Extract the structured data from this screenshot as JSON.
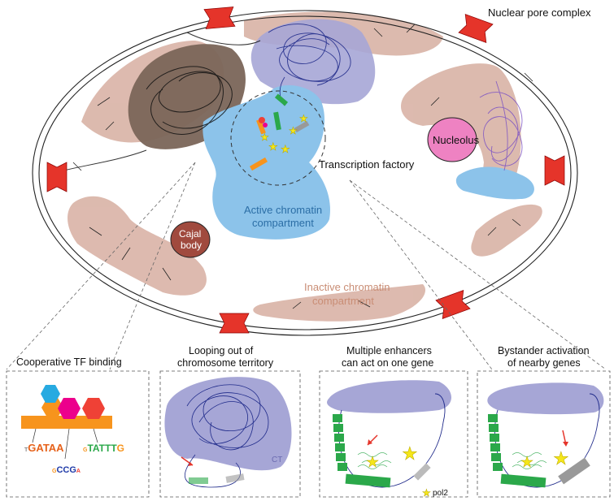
{
  "labels": {
    "nuclear_pore_complex": "Nuclear pore complex",
    "nucleolus": "Nucleolus",
    "transcription_factory": "Transcription factory",
    "active_compartment_line1": "Active chromatin",
    "active_compartment_line2": "compartment",
    "cajal_line1": "Cajal",
    "cajal_line2": "body",
    "inactive_compartment_line1": "Inactive chromatin",
    "inactive_compartment_line2": "compartment"
  },
  "panels": {
    "p1": {
      "title_line1": "Cooperative TF binding",
      "title_line2": ""
    },
    "p2": {
      "title_line1": "Looping out of",
      "title_line2": "chromosome territory",
      "ct_label": "CT"
    },
    "p3": {
      "title_line1": "Multiple enhancers",
      "title_line2": "can act on one gene",
      "legend": "pol2"
    },
    "p4": {
      "title_line1": "Bystander activation",
      "title_line2": "of nearby genes"
    }
  },
  "motifs": {
    "gata": {
      "prefix": "T",
      "core": "GATAA"
    },
    "ccg": {
      "prefix": "G",
      "core": "CCG",
      "suffix": "A"
    },
    "tattt": {
      "prefix": "G",
      "core": "TATTT",
      "suffix": "G"
    }
  },
  "colors": {
    "inactive": "#d9b3a6",
    "active": "#8cc3ea",
    "territory": "#a6a6d6",
    "heterochromatin": "#7a6558",
    "pore": "#e5342a",
    "nucleolus": "#ee82c2",
    "cajal": "#a04a3e",
    "chromatin_line": "#1f2a8a",
    "enhancer_green": "#2ba84a",
    "pol2_star": "#f5e61a",
    "tf_cyan": "#27aae1",
    "tf_magenta": "#ec008c",
    "tf_red": "#ef4136",
    "tf_orange": "#f7941d"
  }
}
